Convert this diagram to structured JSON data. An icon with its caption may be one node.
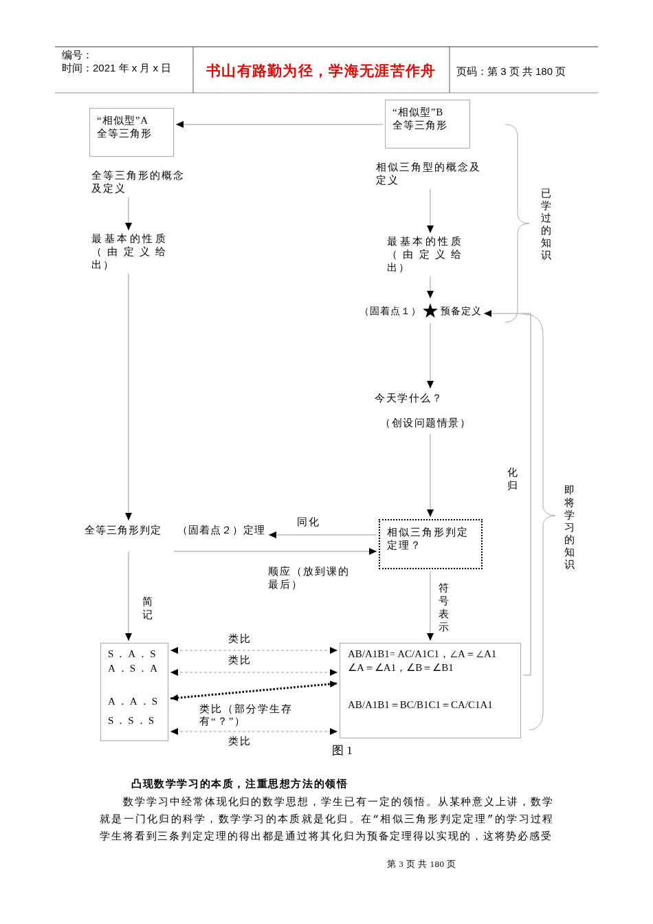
{
  "diagram": {
    "caption": "图 1",
    "nodes": [
      {
        "text": [
          "“相似型”A 全等三角形"
        ]
      },
      {
        "text": [
          "“相似型”B 全等三角形"
        ]
      },
      {
        "text": [
          "全等三角形的概念及定义"
        ]
      },
      {
        "text": [
          "相似三角型的概念及定义"
        ]
      },
      {
        "text": [
          "最基本的性质（由定义给出）"
        ]
      },
      {
        "text": [
          "最基本的性质（由定义给出）"
        ]
      },
      {
        "text": [],
        "shape": "star",
        "beside": [
          "（固着点１）",
          "预备定义"
        ]
      },
      {
        "text": [
          "今天学什么？",
          "（创设问题情景）"
        ]
      },
      {
        "text": [
          "全等三角形判定",
          "（固着点２）定理"
        ]
      },
      {
        "text": [
          "相似三角形判定定理？"
        ]
      },
      {
        "text": [
          "S．A．S",
          "A．S．A",
          "A．A．S",
          "S．S．S"
        ]
      },
      {
        "text": [
          "AB/A1B1= AC/A1C1，∠A＝∠A1",
          "∠A＝∠A1，∠B＝∠B1",
          "AB/A1B1＝BC/B1C1＝CA/C1A1"
        ]
      }
    ],
    "edges": [
      {
        "from": 1,
        "to": 0,
        "arrow": "to"
      },
      {
        "from": 2,
        "to": 4,
        "arrow": "to"
      },
      {
        "from": 4,
        "to": 8,
        "arrow": "to"
      },
      {
        "from": 3,
        "to": 5,
        "arrow": "to"
      },
      {
        "from": 5,
        "to": 6,
        "arrow": "to"
      },
      {
        "from": 6,
        "to": 7,
        "arrow": "to"
      },
      {
        "from": 7,
        "to": 9,
        "arrow": "to"
      },
      {
        "from": 9,
        "to": 8,
        "arrow": "to",
        "label": "同化"
      },
      {
        "from": 8,
        "to": 9,
        "arrow": "to",
        "label": "顺应（放到课的最后）"
      },
      {
        "from": 8,
        "to": 10,
        "arrow": "to",
        "label": "简记"
      },
      {
        "from": 9,
        "to": 11,
        "arrow": "to",
        "label": "符号表示"
      },
      {
        "from": 10,
        "to": 11,
        "arrow": "both",
        "label": "类比",
        "style": "dashed"
      },
      {
        "from": 10,
        "to": 11,
        "arrow": "both",
        "label": "类比",
        "style": "dashed"
      },
      {
        "from": 10,
        "to": 11,
        "arrow": "both",
        "label": "类比（部分学生存有“？”）",
        "style": "dashed",
        "color": "#000000"
      },
      {
        "from": 10,
        "to": 11,
        "arrow": "both",
        "label": "类比",
        "style": "dashed"
      },
      {
        "from": 11,
        "to": 6,
        "arrow": "to",
        "label": "化归"
      }
    ],
    "labels": [
      "编号：",
      "时间：2021 年 x 月 x 日",
      "书山有路勤为径，学海无涯苦作舟",
      "页码：第 3 页 共 180 页",
      "已学过的知识",
      "即将学习的知识",
      "凸现数学学习的本质，注重思想方法的领悟",
      "数学学习中经常体现化归的数学思想，学生已有一定的领悟。从某种意义上讲，数学就是一门化归的科学，数学学习的本质就是化归。在“相似三角形判定定理”的学习过程学生将看到三条判定定理的得出都是通过将其化归为预备定理得以实现的，这将势必感受",
      "第 3 页 共 180 页"
    ]
  }
}
